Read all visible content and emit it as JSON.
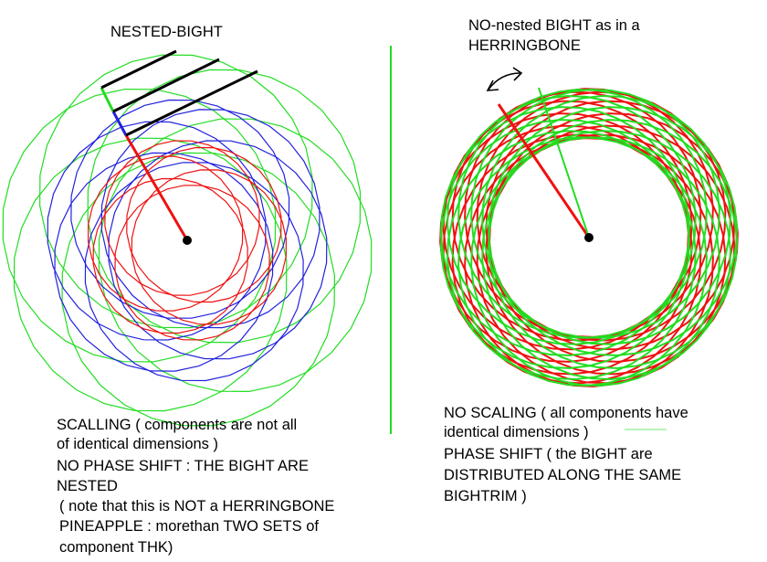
{
  "left": {
    "title": "NESTED-BIGHT",
    "caption": [
      "SCALLING ( components are not all",
      "of identical dimensions )",
      "NO PHASE SHIFT : THE BIGHT ARE",
      "NESTED",
      "( note that this is NOT a HERRINGBONE",
      "PINEAPPLE : morethan TWO SETS of",
      "component THK)"
    ]
  },
  "right": {
    "title": [
      "NO-nested BIGHT as in a",
      "HERRINGBONE"
    ],
    "caption": [
      "NO SCALING ( all components have",
      "identical dimensions )",
      "PHASE SHIFT ( the BIGHT are",
      "DISTRIBUTED ALONG THE SAME",
      "BIGHTRIM )"
    ]
  },
  "colors": {
    "green": "#22dd22",
    "blue": "#2222dd",
    "red": "#ee1111",
    "black": "#000000"
  }
}
